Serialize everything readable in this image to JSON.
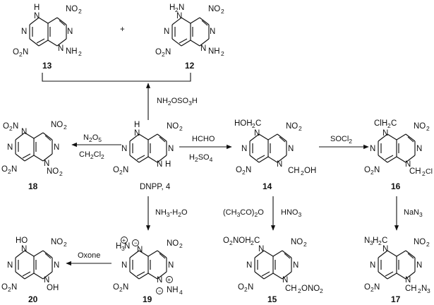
{
  "scheme": {
    "reagents": {
      "r_nh2oso3h": "NH2OSO3H",
      "r_n2o5": "N2O5",
      "r_ch2cl2": "CH2Cl2",
      "r_hcho": "HCHO",
      "r_h2so4": "H2SO4",
      "r_socl2": "SOCl2",
      "r_nh3h2o": "NH3-H2O",
      "r_ac2o": "(CH3CO)2O",
      "r_hno3": "HNO3",
      "r_nan3": "NaN3",
      "r_oxone": "Oxone"
    },
    "plus": "+",
    "compounds": [
      {
        "id": "13",
        "label": "13"
      },
      {
        "id": "12",
        "label": "12"
      },
      {
        "id": "18",
        "label": "18"
      },
      {
        "id": "4",
        "label": "DNPP, 4"
      },
      {
        "id": "14",
        "label": "14"
      },
      {
        "id": "16",
        "label": "16"
      },
      {
        "id": "20",
        "label": "20"
      },
      {
        "id": "19",
        "label": "19"
      },
      {
        "id": "15",
        "label": "15"
      },
      {
        "id": "17",
        "label": "17"
      }
    ]
  }
}
